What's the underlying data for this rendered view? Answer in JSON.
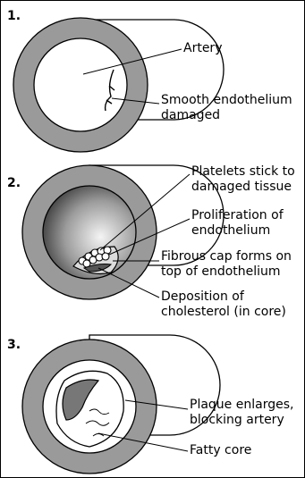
{
  "panels": [
    {
      "number": "1.",
      "labels": {
        "artery": "Artery",
        "endothelium_line1": "Smooth endothelium",
        "endothelium_line2": "damaged"
      }
    },
    {
      "number": "2.",
      "labels": {
        "platelets_line1": "Platelets stick to",
        "platelets_line2": "damaged tissue",
        "proliferation_line1": "Proliferation of",
        "proliferation_line2": "endothelium",
        "fibrous_line1": "Fibrous cap forms on",
        "fibrous_line2": "top of endothelium",
        "deposition_line1": "Deposition of",
        "deposition_line2": "cholesterol (in core)"
      }
    },
    {
      "number": "3.",
      "labels": {
        "plaque_line1": "Plaque enlarges,",
        "plaque_line2": "blocking artery",
        "fatty_core": "Fatty core"
      }
    }
  ],
  "colors": {
    "wall": "#9a9a9a",
    "lumen": "#ffffff",
    "outline": "#000000",
    "fibrous": "#dcdcdc"
  }
}
